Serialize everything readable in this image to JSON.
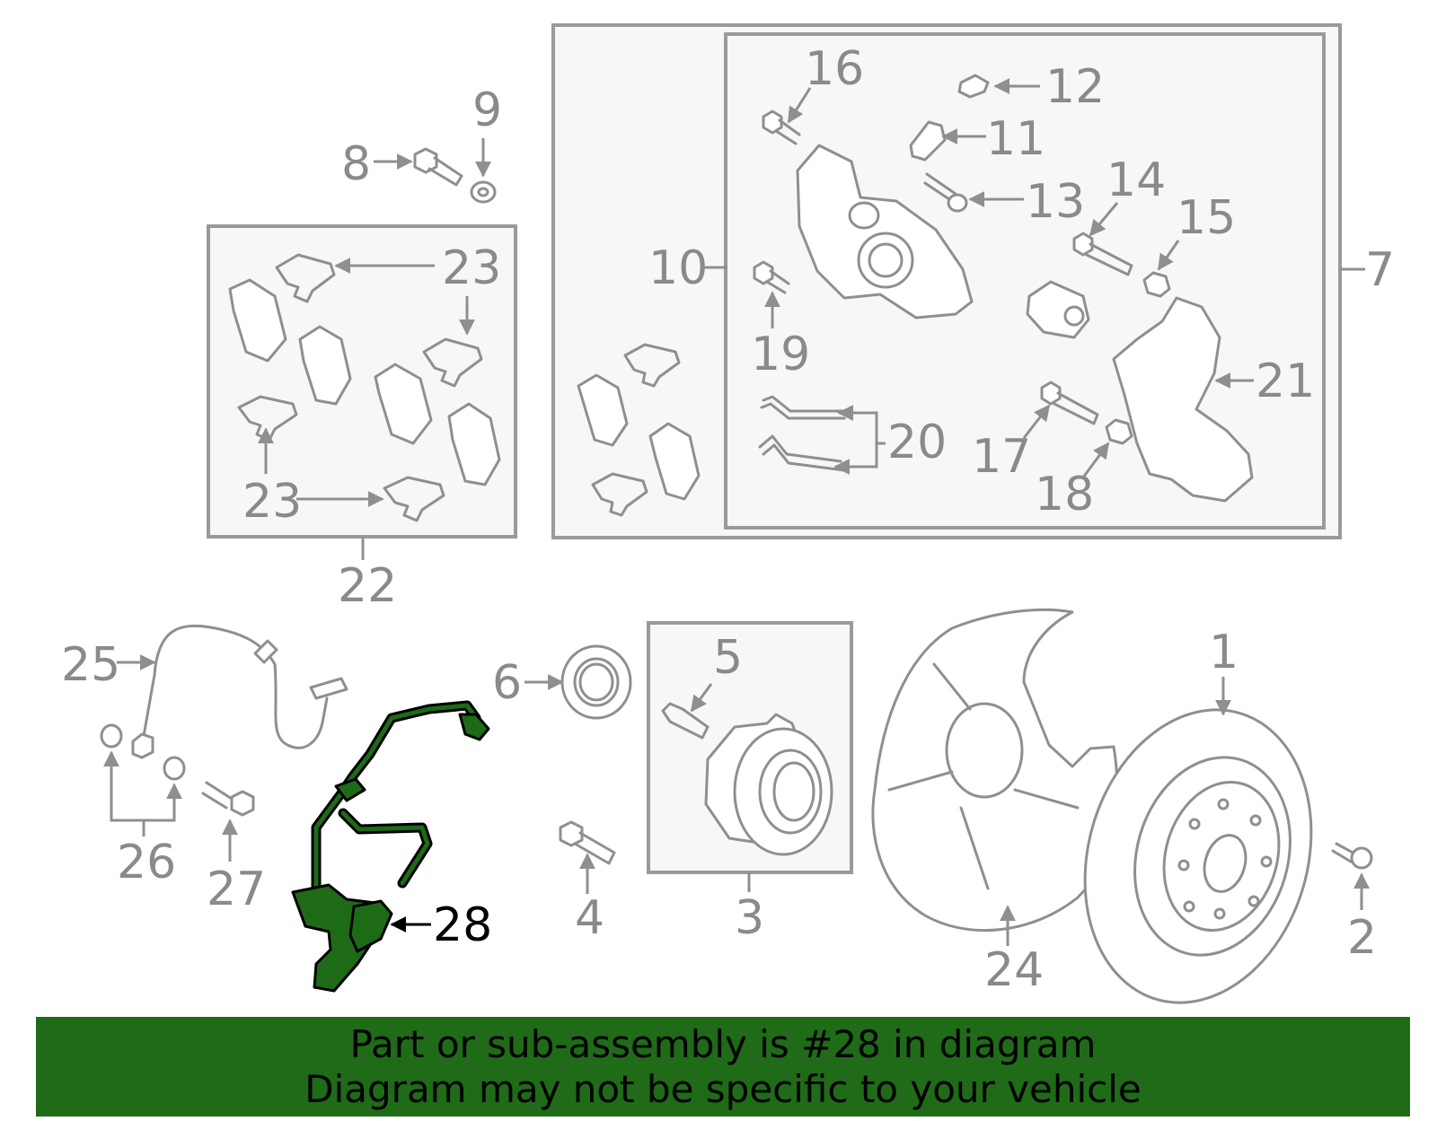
{
  "diagram": {
    "highlight_color": "#1f6b18",
    "callouts": {
      "c1": "1",
      "c2": "2",
      "c3": "3",
      "c4": "4",
      "c5": "5",
      "c6": "6",
      "c7": "7",
      "c8": "8",
      "c9": "9",
      "c10": "10",
      "c11": "11",
      "c12": "12",
      "c13": "13",
      "c14": "14",
      "c15": "15",
      "c16": "16",
      "c17": "17",
      "c18": "18",
      "c19": "19",
      "c20": "20",
      "c21": "21",
      "c22": "22",
      "c23a": "23",
      "c23b": "23",
      "c23c": "23",
      "c24": "24",
      "c25": "25",
      "c26": "26",
      "c27": "27",
      "c28": "28"
    },
    "highlighted_part": "28"
  },
  "banner": {
    "line1": "Part or sub-assembly is #28 in diagram",
    "line2": "Diagram may not be specific to your vehicle",
    "background": "#1f6b18"
  }
}
